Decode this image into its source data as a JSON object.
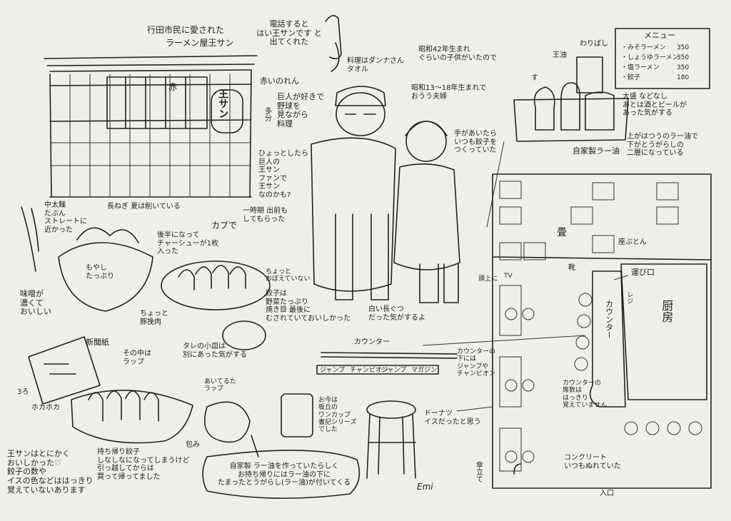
{
  "title": {
    "line1": "行田市民に愛された",
    "line2": "ラーメン屋王サン"
  },
  "phone_bubble": "電話すると\nはい王サンです と\n出てくれた",
  "shop_sign": "王サン",
  "curtain_label": "赤",
  "note_red_curtain": "赤いのれん",
  "note_curtain_side": "多分",
  "chef_notes": {
    "towel": "料理はダンナさん\nタオル",
    "giants": "巨人が好きで\n野球を\n見ながら\n料理",
    "fan": "ひょっとしたら\n巨人の\n王サン\nファンで\n王サン\nなのかも?"
  },
  "couple_note1": "昭和42年生まれ\nぐらいの子供がいたので",
  "couple_note2": "昭和13～18年生まれで\nおうう夫婦",
  "wife_note": "手があいたら\nいつも餃子を\nつくっていた",
  "apron_note": "白い長ぐつ\nだった気がするよ",
  "ramen": {
    "noodle_note": "中太麺\nたぶん\nストレートに\n近かった",
    "negi": "長ねぎ 夏は削いている",
    "later_chashu": "後半になって\nチャーシューが1枚\n入った",
    "moyashi": "もやし\nたっぷり",
    "miso": "味噌が\n濃くて\nおいしい",
    "meat": "ちょっと\n豚挽肉"
  },
  "delivery_bubble": "一時期 出前も\nしてもらった",
  "cub_label": "カブで",
  "gyoza": {
    "size": "ちょっと\nおぼえていない",
    "notes": "餃子は\n野菜たっぷり\n焼き目 最後に\nむされていておいしかった",
    "side_plate": "タレの小皿は\n別にあった気がする"
  },
  "takeout": {
    "newspaper": "新聞紙",
    "wrap_inside": "その中は\nラップ",
    "hot": "ホカホカ",
    "steam": "3ろ",
    "wrapped": "包み",
    "lid_wrap": "あいてるた\nラップ",
    "caption": "持ち帰り餃子\nしなしなになってしまうけど\n引っ越してからは\n買って帰ってました"
  },
  "jar_note": "お今は\n板丘の\nワンカップ\n書記シリーズ\nでした",
  "chili_box": "自家製 ラー油を作っていたらしく\nお持ち帰りにはラー油の下に\nたまったとうがらし(ラー油)が付いてくる",
  "stool_note": "ドーナツ\nイスだったと思う",
  "umbrella_note": "傘立て",
  "closing_note": "王サンはとにかく\nおいしかった♡\n餃子の数や\nイスの色などははっきり\n覚えていないあります",
  "signature": "Emi",
  "condiments": {
    "vinegar": "す",
    "chili_oil": "王油",
    "chopsticks": "わりばし",
    "homemade": "自家製ラー油",
    "note": "上がはつうのラー油で\n下がとうがらしの\n二層になっている"
  },
  "menu": {
    "heading": "メニュー",
    "items": [
      {
        "name": "・みそラーメン",
        "price": "350"
      },
      {
        "name": "・しょうゆラーメン",
        "price": "350"
      },
      {
        "name": "・塩ラーメン",
        "price": "350"
      },
      {
        "name": "・餃子",
        "price": "180"
      }
    ],
    "extra": "大盛 などなし\nあとは酒とビールが\nあった気がする"
  },
  "floor_plan": {
    "tatami": "畳",
    "zabuton": "座ぶとん",
    "shoes": "靴",
    "serving_window": "運び口",
    "tv": "TV",
    "tv_note": "頭上に",
    "register": "レジ",
    "counter": "カウンター",
    "kitchen": "厨房",
    "counter_label": "カウンター",
    "under_counter": "カウンターの\n下には\nジャンプや\nチャンピオン",
    "seats_note": "カウンターの\n席数は\nはっきり\n覚えていません",
    "concrete": "コンクリート\nいつもぬれていた",
    "entrance": "入口"
  },
  "magazines": [
    "ジャンプ",
    "チャンピオン",
    "ジャンプ",
    "マガジン"
  ]
}
